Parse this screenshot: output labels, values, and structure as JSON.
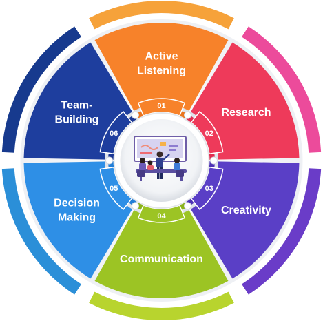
{
  "diagram": {
    "segments": [
      {
        "number": "01",
        "label_lines": [
          "Active",
          "Listening"
        ],
        "color": "#F7822A",
        "dark": "#E06A14",
        "ring": "#F6A23A",
        "icon": "megaphone"
      },
      {
        "number": "02",
        "label_lines": [
          "Research"
        ],
        "color": "#EE3A5A",
        "dark": "#D8204A",
        "ring": "#EC4B9B",
        "icon": "magnifier"
      },
      {
        "number": "03",
        "label_lines": [
          "Creativity"
        ],
        "color": "#5A3FC6",
        "dark": "#4528A8",
        "ring": "#6A3CC8",
        "icon": "lightbulb"
      },
      {
        "number": "04",
        "label_lines": [
          "Communication"
        ],
        "color": "#9CC424",
        "dark": "#7EA614",
        "ring": "#B8D42E",
        "icon": "chat"
      },
      {
        "number": "05",
        "label_lines": [
          "Decision",
          "Making"
        ],
        "color": "#2E8FE6",
        "dark": "#1B73CC",
        "ring": "#2B8FD8",
        "icon": "signpost"
      },
      {
        "number": "06",
        "label_lines": [
          "Team-",
          "Building"
        ],
        "color": "#1E3E9E",
        "dark": "#17308A",
        "ring": "#173A8E",
        "icon": "team"
      }
    ],
    "center_icon": "meeting-illustration"
  }
}
